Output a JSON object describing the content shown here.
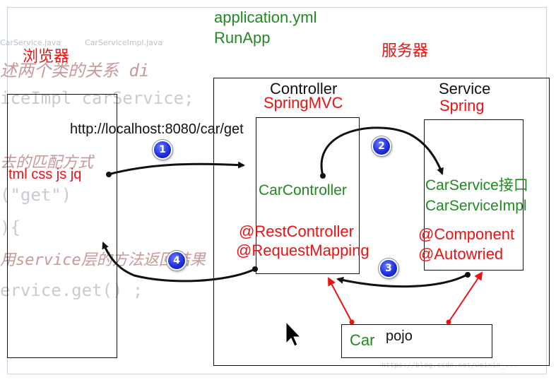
{
  "background_code": {
    "tab_1": "CarService.java",
    "tab_2": "CarServiceImpl.java",
    "line_1": "述两个类的关系 di",
    "line_2": "iceImpl carService;",
    "line_3": "去的匹配方式",
    "line_4": "(\"get\")",
    "line_5": "){",
    "line_6": "用service层的方法返回结果",
    "line_7": "ervice.get() ;",
    "watermark": "https://blog.csdn.net/weixin_..."
  },
  "config": {
    "file": "application.yml",
    "run": "RunApp"
  },
  "browser": {
    "title": "浏览器",
    "content": "tml css js jq"
  },
  "server": {
    "title": "服务器",
    "url": "http://localhost:8080/car/get"
  },
  "controller": {
    "title": "Controller",
    "framework": "SpringMVC",
    "class_name": "CarController",
    "annotation_1": "@RestController",
    "annotation_2": "@RequestMapping"
  },
  "service": {
    "title": "Service",
    "framework": "Spring",
    "interface": "CarService接口",
    "impl": "CarServiceImpl",
    "annotation_1": "@Component",
    "annotation_2": "@Autowried"
  },
  "pojo": {
    "class_name": "Car",
    "label": "pojo"
  },
  "steps": [
    "1",
    "2",
    "3",
    "4"
  ],
  "colors": {
    "green": "#1f8a1f",
    "red": "#ee1111",
    "badge_blue": "#1f2fe0",
    "arrow": "#111111"
  }
}
